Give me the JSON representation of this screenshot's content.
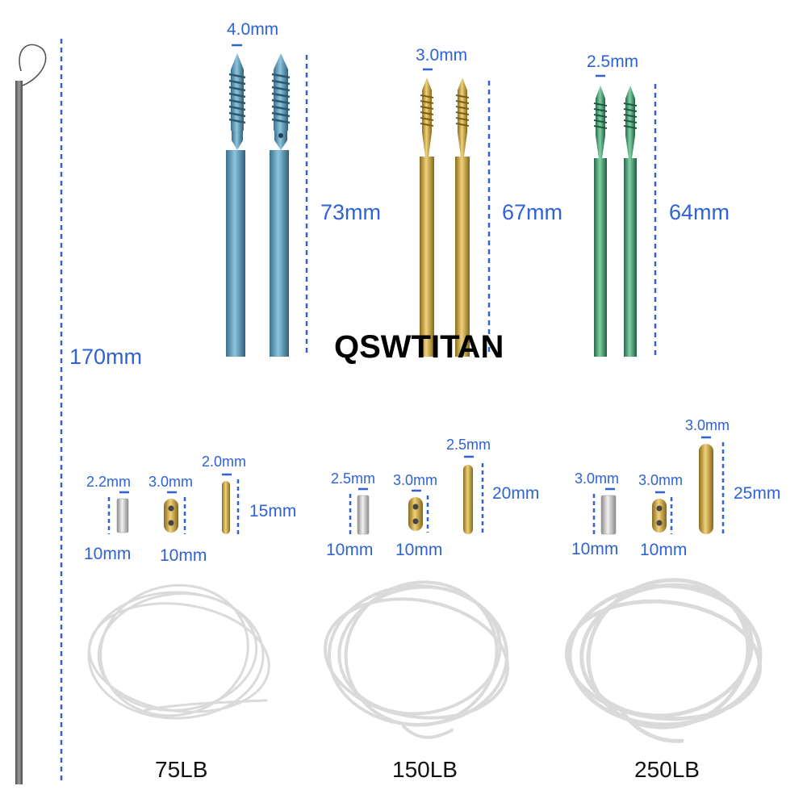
{
  "brand": "QSWTITAN",
  "passer": {
    "length_label": "170mm"
  },
  "screws": [
    {
      "diameter": "4.0mm",
      "length": "73mm",
      "color": "#4d8fb0"
    },
    {
      "diameter": "3.0mm",
      "length": "67mm",
      "color": "#c9a23a"
    },
    {
      "diameter": "2.5mm",
      "length": "64mm",
      "color": "#3f9a6c"
    }
  ],
  "kits": [
    {
      "tube_diameter": "2.2mm",
      "tube_length": "10mm",
      "button_width": "3.0mm",
      "button_length": "10mm",
      "anchor_diameter": "2.0mm",
      "anchor_length": "15mm",
      "suture_strength": "75LB"
    },
    {
      "tube_diameter": "2.5mm",
      "tube_length": "10mm",
      "button_width": "3.0mm",
      "button_length": "10mm",
      "anchor_diameter": "2.5mm",
      "anchor_length": "20mm",
      "suture_strength": "150LB"
    },
    {
      "tube_diameter": "3.0mm",
      "tube_length": "10mm",
      "button_width": "3.0mm",
      "button_length": "10mm",
      "anchor_diameter": "3.0mm",
      "anchor_length": "25mm",
      "suture_strength": "250LB"
    }
  ],
  "colors": {
    "dimension_blue": "#2e62d6",
    "gold": "#c9a23a",
    "silver": "#c8c8c8",
    "suture": "#f4f4f4"
  }
}
